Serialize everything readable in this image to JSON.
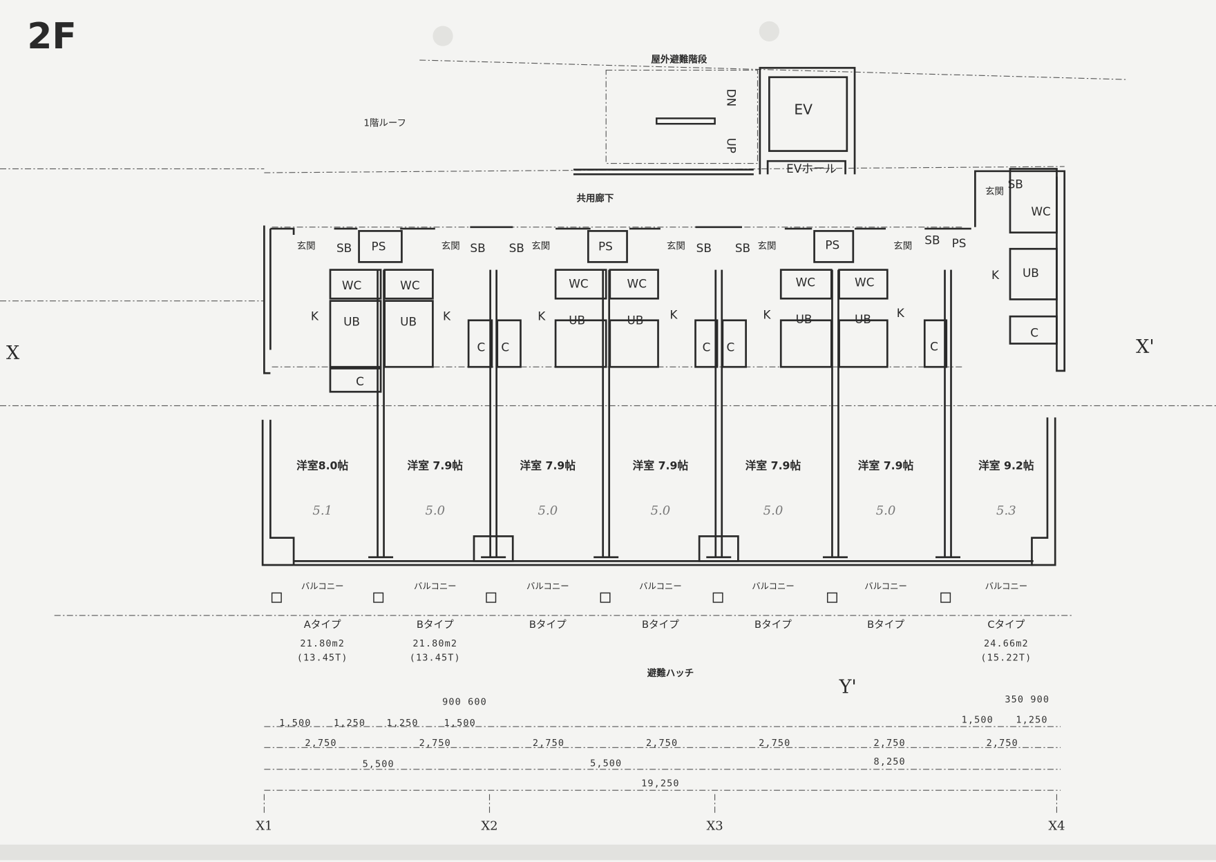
{
  "sheet": {
    "floor_label": "2F",
    "section_x": "X",
    "section_x_prime": "X'",
    "section_y_prime": "Y'",
    "stair_title": "屋外避難階段",
    "stair_dn": "DN",
    "stair_up": "UP",
    "ev": "EV",
    "ev_hall": "EVホール",
    "roof_1f": "1階ルーフ",
    "corridor": "共用廊下",
    "hatch": "避難ハッチ"
  },
  "units": [
    {
      "room": "洋室8.0帖",
      "hand": "5.1",
      "balcony": "バルコニー",
      "type": "Aタイプ",
      "area": "21.80m2",
      "tsubo": "(13.45T)"
    },
    {
      "room": "洋室 7.9帖",
      "hand": "5.0",
      "balcony": "バルコニー",
      "type": "Bタイプ",
      "area": "21.80m2",
      "tsubo": "(13.45T)"
    },
    {
      "room": "洋室 7.9帖",
      "hand": "5.0",
      "balcony": "バルコニー",
      "type": "Bタイプ"
    },
    {
      "room": "洋室 7.9帖",
      "hand": "5.0",
      "balcony": "バルコニー",
      "type": "Bタイプ"
    },
    {
      "room": "洋室 7.9帖",
      "hand": "5.0",
      "balcony": "バルコニー",
      "type": "Bタイプ"
    },
    {
      "room": "洋室 7.9帖",
      "hand": "5.0",
      "balcony": "バルコニー",
      "type": "Bタイプ"
    },
    {
      "room": "洋室 9.2帖",
      "hand": "5.3",
      "balcony": "バルコニー",
      "type": "Cタイプ",
      "area": "24.66m2",
      "tsubo": "(15.22T)"
    }
  ],
  "fixtures": [
    "玄関",
    "SB",
    "PS",
    "WC",
    "WC",
    "K",
    "UB",
    "UB",
    "K",
    "C",
    "C",
    "C",
    "玄関",
    "SB",
    "SB",
    "玄関",
    "PS",
    "WC",
    "WC",
    "K",
    "UB",
    "UB",
    "K",
    "C",
    "C",
    "玄関",
    "SB",
    "SB",
    "玄関",
    "PS",
    "WC",
    "WC",
    "K",
    "UB",
    "UB",
    "K",
    "C",
    "玄関",
    "SB",
    "PS",
    "玄関",
    "SB",
    "WC",
    "K",
    "UB",
    "C"
  ],
  "dimensions": [
    "900 600",
    "1,500",
    "1,250",
    "1,250",
    "1,500",
    "2,750",
    "2,750",
    "2,750",
    "2,750",
    "2,750",
    "2,750",
    "2,750",
    "5,500",
    "5,500",
    "8,250",
    "19,250",
    "350 900",
    "1,500",
    "1,250"
  ],
  "grid_axes": [
    "X1",
    "X2",
    "X3",
    "X4"
  ]
}
